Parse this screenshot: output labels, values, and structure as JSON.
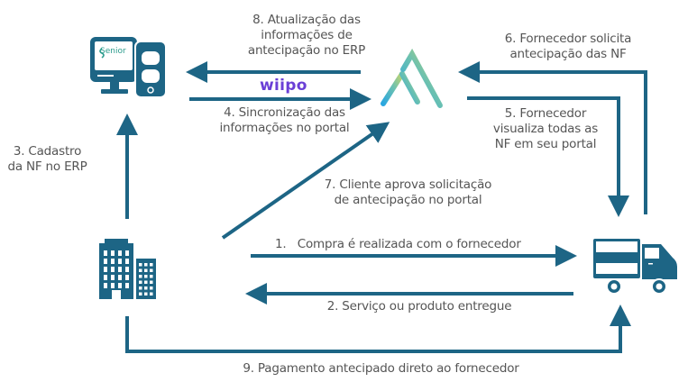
{
  "diagram": {
    "title": "Fluxo de antecipação de pagamento",
    "colors": {
      "arrow": "#1d6585",
      "icon": "#1d6585",
      "text": "#555555",
      "brand_wiipo": "#6a3fd6",
      "brand_senior": "#2a9b8c"
    },
    "nodes": {
      "erp": {
        "icon": "computer-icon",
        "brand_label": "Senior"
      },
      "platform": {
        "icon": "wiipo-logo-icon",
        "brand_label": "wiipo"
      },
      "client": {
        "icon": "building-icon"
      },
      "supplier": {
        "icon": "truck-icon"
      }
    },
    "steps": [
      {
        "id": 1,
        "lines": [
          "1.   Compra é realizada com o fornecedor"
        ]
      },
      {
        "id": 2,
        "lines": [
          "2. Serviço ou produto entregue"
        ]
      },
      {
        "id": 3,
        "lines": [
          "3. Cadastro",
          "da NF no ERP"
        ]
      },
      {
        "id": 4,
        "lines": [
          "4. Sincronização das",
          "informações no portal"
        ]
      },
      {
        "id": 5,
        "lines": [
          "5. Fornecedor",
          "visualiza todas as",
          "NF em seu portal"
        ]
      },
      {
        "id": 6,
        "lines": [
          "6. Fornecedor solicita",
          "antecipação das NF"
        ]
      },
      {
        "id": 7,
        "lines": [
          "7. Cliente aprova solicitação",
          "de antecipação no portal"
        ]
      },
      {
        "id": 8,
        "lines": [
          "8. Atualização das",
          "informações de",
          "antecipação no ERP"
        ]
      },
      {
        "id": 9,
        "lines": [
          "9. Pagamento antecipado direto ao fornecedor"
        ]
      }
    ]
  }
}
